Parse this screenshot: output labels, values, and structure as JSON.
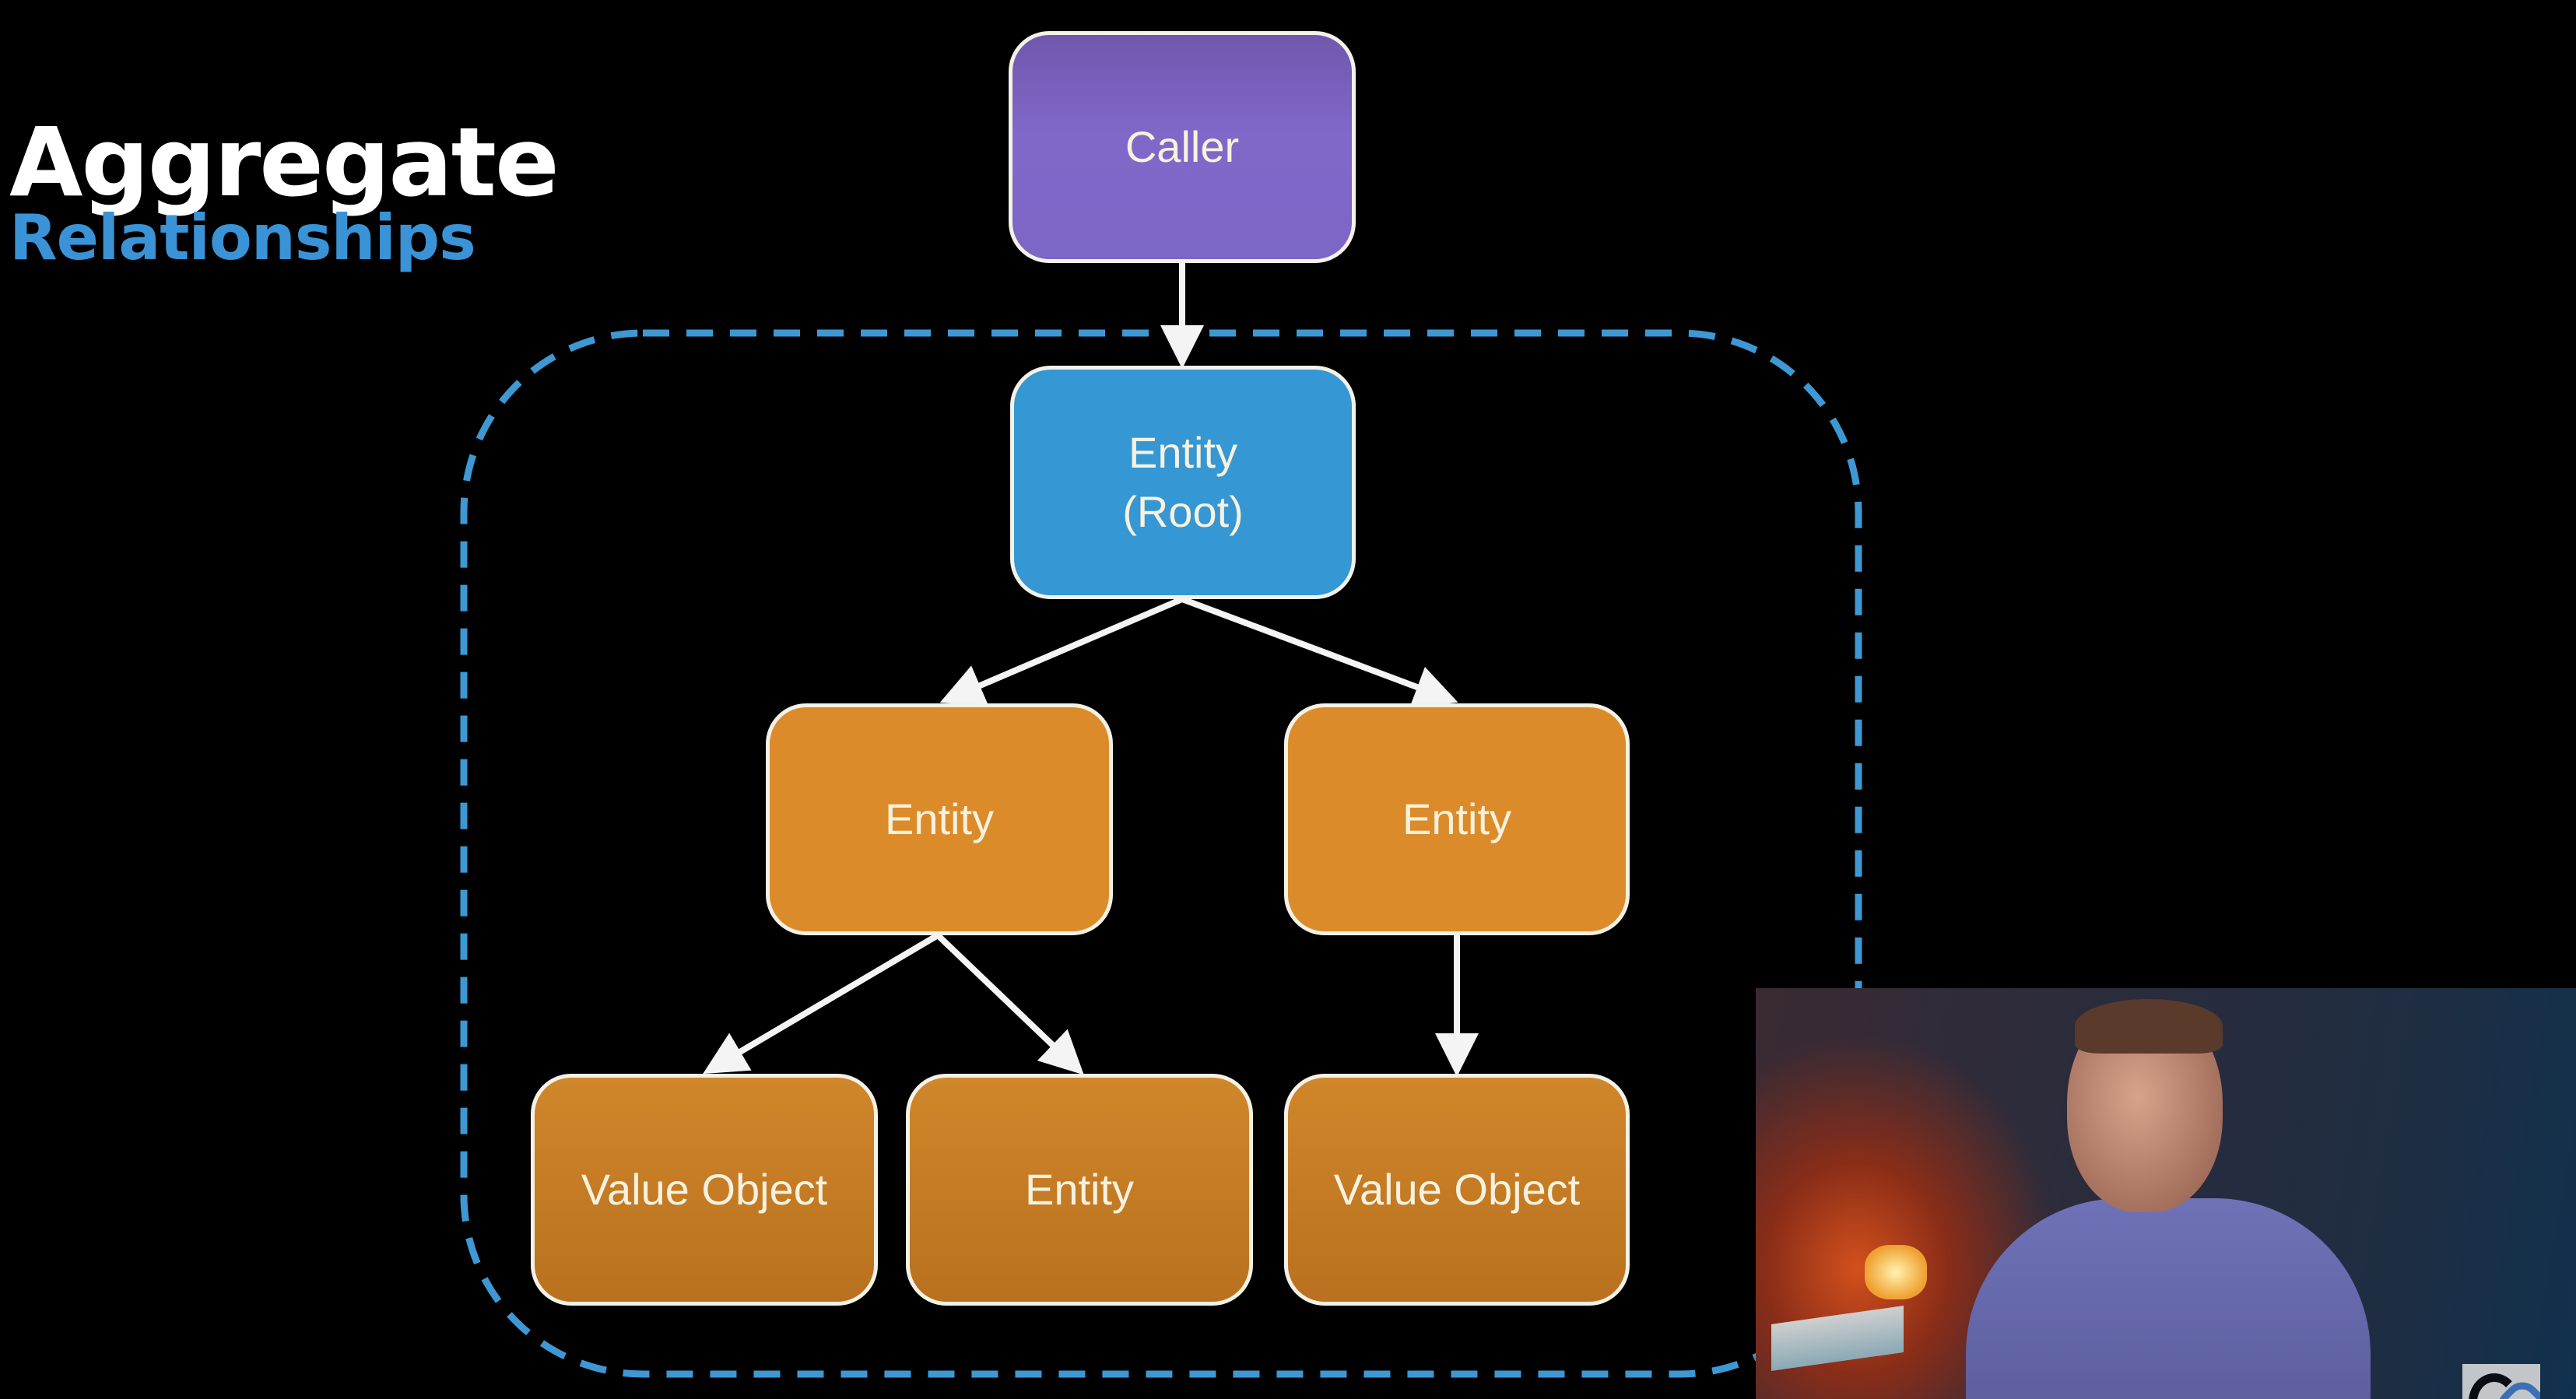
{
  "slide": {
    "title_line1": "Aggregate",
    "title_line2": "Relationships",
    "colors": {
      "background": "#000000",
      "title": "#ffffff",
      "subtitle": "#3a93d6",
      "caller": "#7c66c6",
      "root": "#3597d3",
      "entity": "#dc8b2a",
      "boundary": "#3d98d4",
      "arrow": "#f4f4f4"
    }
  },
  "diagram": {
    "nodes": [
      {
        "id": "caller",
        "label": "Caller",
        "kind": "caller"
      },
      {
        "id": "root",
        "label": "Entity\n(Root)",
        "kind": "root"
      },
      {
        "id": "entity_left",
        "label": "Entity",
        "kind": "child"
      },
      {
        "id": "entity_right",
        "label": "Entity",
        "kind": "child"
      },
      {
        "id": "value_object_1",
        "label": "Value Object",
        "kind": "leaf"
      },
      {
        "id": "entity_bottom",
        "label": "Entity",
        "kind": "leaf"
      },
      {
        "id": "value_object_2",
        "label": "Value Object",
        "kind": "leaf"
      }
    ],
    "edges": [
      {
        "from": "caller",
        "to": "root"
      },
      {
        "from": "root",
        "to": "entity_left"
      },
      {
        "from": "root",
        "to": "entity_right"
      },
      {
        "from": "entity_left",
        "to": "value_object_1"
      },
      {
        "from": "entity_left",
        "to": "entity_bottom"
      },
      {
        "from": "entity_right",
        "to": "value_object_2"
      }
    ],
    "boundary": {
      "style": "dashed",
      "encloses": [
        "root",
        "entity_left",
        "entity_right",
        "value_object_1",
        "entity_bottom",
        "value_object_2"
      ]
    }
  },
  "webcam": {
    "description": "presenter video overlay"
  },
  "logo": {
    "name": "channel-logo"
  }
}
